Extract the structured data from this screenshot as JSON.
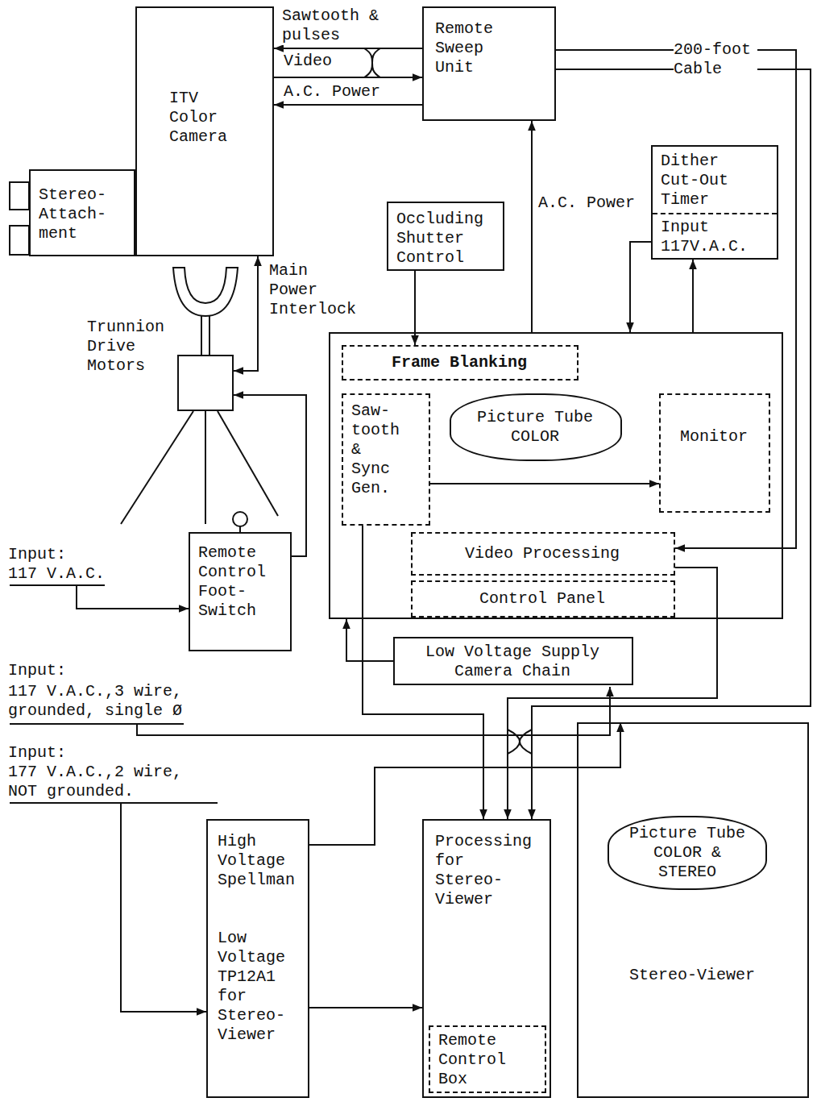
{
  "diagram": {
    "nodes": [
      {
        "text": [
          "ITV Color Camera"
        ]
      },
      {
        "text": [
          "Remote Sweep Unit"
        ]
      },
      {
        "text": [
          "Stereo- Attach- ment"
        ]
      },
      {
        "text": [
          "Dither Cut-Out Timer",
          "Input 117V.A.C."
        ]
      },
      {
        "text": [
          "Occluding Shutter Control"
        ]
      },
      {
        "text": []
      },
      {
        "text": [
          "Frame Blanking"
        ],
        "in": 5
      },
      {
        "text": [
          "Saw-tooth & Sync Gen."
        ],
        "in": 5
      },
      {
        "text": [
          "Picture Tube COLOR"
        ],
        "in": 5
      },
      {
        "text": [
          "Monitor"
        ],
        "in": 5
      },
      {
        "text": [
          "Video Processing"
        ],
        "in": 5
      },
      {
        "text": [
          "Control Panel"
        ],
        "in": 5
      },
      {
        "text": [
          "Trunnion Drive Motors"
        ]
      },
      {
        "text": [
          "Low Voltage Supply Camera Chain"
        ]
      },
      {
        "text": [
          "Remote Control Foot-Switch"
        ]
      },
      {
        "text": [
          "High Voltage Spellman",
          "Low Voltage TP12A1 for Stereo-Viewer"
        ]
      },
      {
        "text": [
          "Processing for Stereo-Viewer"
        ]
      },
      {
        "text": [
          "Remote Control Box"
        ],
        "in": 16
      },
      {
        "text": [
          "Stereo-Viewer"
        ]
      },
      {
        "text": [
          "Picture Tube COLOR & STEREO"
        ],
        "in": 18
      }
    ],
    "edges": [
      {
        "from": 1,
        "to": 0,
        "label": "Sawtooth & pulses",
        "arrow": "to"
      },
      {
        "from": 0,
        "to": 1,
        "label": "Video",
        "arrow": "to"
      },
      {
        "from": 1,
        "to": 0,
        "label": "A.C. Power",
        "arrow": "to"
      },
      {
        "from": 5,
        "to": 1,
        "label": "A.C. Power",
        "arrow": "to"
      },
      {
        "from": 1,
        "to": 10,
        "label": "200-foot Cable",
        "arrow": "to"
      },
      {
        "from": 1,
        "to": 16,
        "arrow": "to"
      },
      {
        "from": 5,
        "to": 3,
        "arrow": "to"
      },
      {
        "from": 3,
        "to": 5,
        "arrow": "to"
      },
      {
        "from": 4,
        "to": 6,
        "arrow": "to"
      },
      {
        "from": 13,
        "to": 5,
        "arrow": "to"
      },
      {
        "from": 14,
        "to": 12,
        "arrow": "to"
      },
      {
        "from": 0,
        "to": 12,
        "label": "Main Power Interlock",
        "arrow": "both"
      },
      {
        "from": 7,
        "to": 9,
        "arrow": "to"
      },
      {
        "from": 7,
        "to": 16,
        "arrow": "to"
      },
      {
        "from": 10,
        "to": 16,
        "arrow": "to"
      },
      {
        "from": 15,
        "to": 16,
        "arrow": "to"
      },
      {
        "from": 15,
        "to": 18,
        "arrow": "to"
      }
    ],
    "labels": [
      "Input:",
      "117 V.A.C.",
      "Input:",
      "117 V.A.C.,3 wire, grounded, single Ø",
      "Input:",
      "177 V.A.C.,2 wire, NOT grounded."
    ]
  }
}
